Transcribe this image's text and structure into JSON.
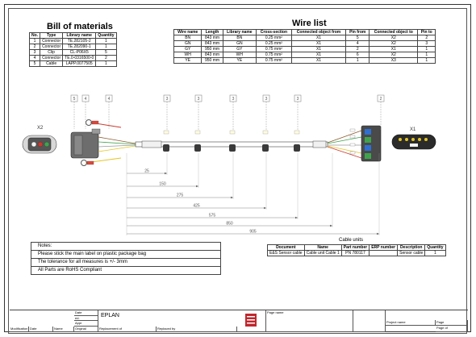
{
  "bom": {
    "title": "Bill of materials",
    "headers": [
      "No.",
      "Type",
      "Library name",
      "Quantity"
    ],
    "rows": [
      [
        "1",
        "Connector",
        "TE.282105-2",
        "1"
      ],
      [
        "2",
        "Connector",
        "TE.282090-1",
        "1"
      ],
      [
        "3",
        "Clip",
        "CL-P06X5",
        "5"
      ],
      [
        "4",
        "Connector",
        "TE.0-0316500-0",
        "2"
      ],
      [
        "5",
        "Cable",
        "LAPP.0077505",
        "1"
      ]
    ]
  },
  "wire_list": {
    "title": "Wire list",
    "headers": [
      "Wire name",
      "Length",
      "Library name",
      "Cross-section",
      "Connected object from",
      "Pin from",
      "Connected object to",
      "Pin to"
    ],
    "rows": [
      [
        "BN",
        "843 mm",
        "BN",
        "0.25 mm²",
        "X1",
        "5",
        "X2",
        "2"
      ],
      [
        "GN",
        "843 mm",
        "GN",
        "0.25 mm²",
        "X1",
        "4",
        "X2",
        "3"
      ],
      [
        "GY",
        "950 mm",
        "GY",
        "0.75 mm²",
        "X1",
        "2",
        "X1",
        "1"
      ],
      [
        "WH",
        "843 mm",
        "WH",
        "0.75 mm²",
        "X1",
        "6",
        "X2",
        "1"
      ],
      [
        "YE",
        "950 mm",
        "YE",
        "0.75 mm²",
        "X1",
        "1",
        "X3",
        "1"
      ]
    ]
  },
  "cable_units": {
    "title": "Cable units",
    "headers": [
      "Document",
      "Name",
      "Part number",
      "ERP number",
      "Description",
      "Quantity"
    ],
    "rows": [
      [
        "E&S Sensor cable",
        "Cable unit Cable 1",
        "PN 780117",
        "",
        "Sensor cable",
        "1"
      ]
    ]
  },
  "notes": {
    "title": "Notes:",
    "lines": [
      "Please stick the main label on plastic package bag",
      "The tolerance for all measures is +/- 3mm",
      "All Parts are RoHS Compliant"
    ]
  },
  "drawing": {
    "connector_left_label": "X2",
    "connector_right_label": "X1",
    "balloons": [
      "5",
      "4",
      "4",
      "3",
      "3",
      "3",
      "3",
      "3",
      "2"
    ],
    "dimensions": [
      "25",
      "150",
      "275",
      "425",
      "575",
      "850",
      "905"
    ]
  },
  "title_block": {
    "app_name": "EPLAN",
    "date_label": "Date",
    "ed_label": "ed.",
    "appr_label": "Appr",
    "orig_label": "Original",
    "modification_label": "Modification",
    "date_label2": "Date",
    "name_label": "Name",
    "replacement_of_label": "Replacement of",
    "replaced_by_label": "Replaced by",
    "page_name_label": "Page name",
    "project_name_label": "Project name",
    "page_label": "Page",
    "page_of_label": "Page of"
  }
}
